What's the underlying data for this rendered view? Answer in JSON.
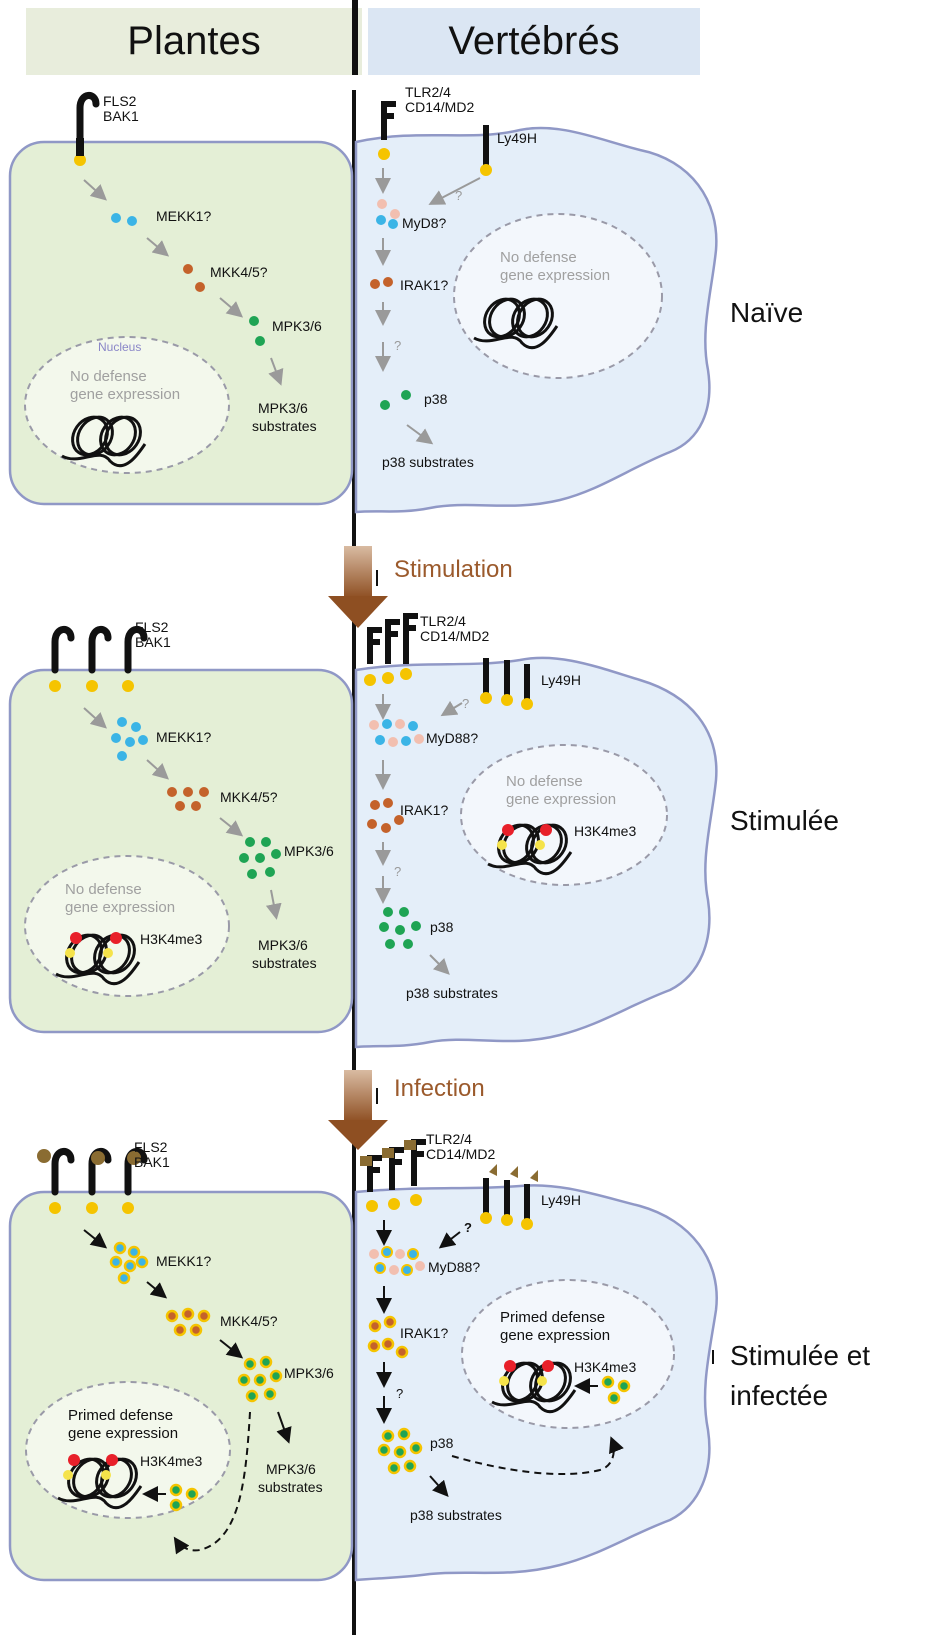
{
  "header": {
    "left": "Plantes",
    "right": "Vertébrés"
  },
  "row_labels": {
    "naive": "Naïve",
    "stimulated": "Stimulée",
    "infected_1": "Stimulée et",
    "infected_2": "infectée"
  },
  "transitions": {
    "stimulation": "Stimulation",
    "infection": "Infection"
  },
  "plant": {
    "receptor": [
      "FLS2",
      "BAK1"
    ],
    "mekk": "MEKK1?",
    "mkk": "MKK4/5?",
    "mpk": "MPK3/6",
    "substrates": [
      "MPK3/6",
      "substrates"
    ],
    "nucleus": "Nucleus"
  },
  "vert": {
    "receptor": [
      "TLR2/4",
      "CD14/MD2"
    ],
    "ly": "Ly49H",
    "myd_naive": "MyD8?",
    "myd": "MyD88?",
    "irak": "IRAK1?",
    "p38": "p38",
    "substrates": "p38 substrates",
    "q": "?"
  },
  "nucleus_text": {
    "no": [
      "No defense",
      "gene expression"
    ],
    "primed": [
      "Primed defense",
      "gene expression"
    ],
    "mark": "H3K4me3"
  },
  "colors": {
    "plant_cell": "#e4efd6",
    "vert_cell": "#e4eef9",
    "cell_border": "#9098c6",
    "header_plant": "#e8eddc",
    "header_vert": "#dbe6f3",
    "arrow_brown": "#9b5a2c",
    "mekk": "#3bb4e6",
    "mkk": "#c4622b",
    "mpk": "#1fa454",
    "myd_pink": "#f2bfb0",
    "yellow": "#f5c400",
    "red": "#e8202a",
    "ligand": "#8a6c32"
  }
}
